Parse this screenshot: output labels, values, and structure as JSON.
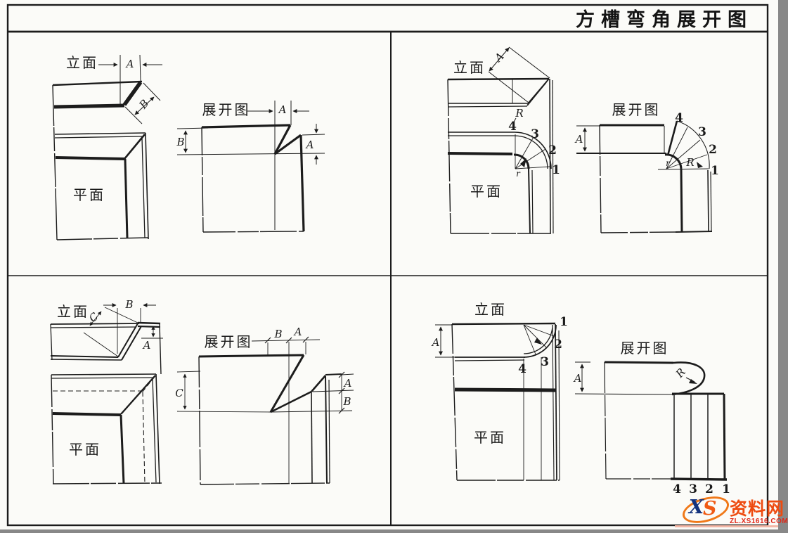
{
  "page": {
    "title": "方槽弯角展开图"
  },
  "labels": {
    "elevation": "立面",
    "plan": "平面",
    "development": "展开图"
  },
  "dims": {
    "a": "A",
    "b": "B",
    "c": "C",
    "r_outer": "R",
    "r_inner": "r"
  },
  "nums": {
    "n1": "1",
    "n2": "2",
    "n3": "3",
    "n4": "4"
  },
  "watermark": {
    "logo_x": "X",
    "logo_s": "S",
    "site": "资料网",
    "url": "ZL.XS1616.COM"
  }
}
